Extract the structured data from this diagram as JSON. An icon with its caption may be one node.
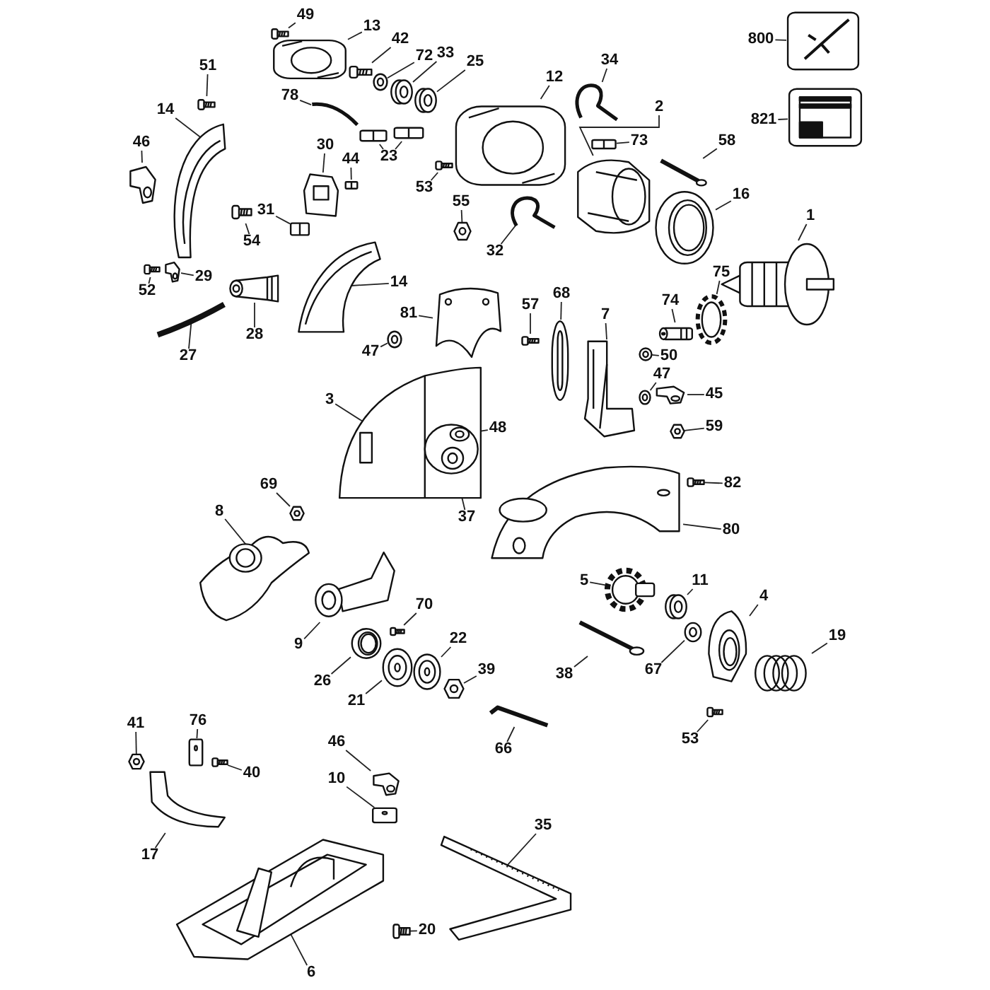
{
  "diagram": {
    "nodes": [
      {
        "text": [
          "49"
        ]
      },
      {
        "text": [
          "13"
        ]
      },
      {
        "text": [
          "42"
        ]
      },
      {
        "text": [
          "72"
        ]
      },
      {
        "text": [
          "33"
        ]
      },
      {
        "text": [
          "25"
        ]
      },
      {
        "text": [
          "800"
        ]
      },
      {
        "text": [
          "821"
        ]
      },
      {
        "text": [
          "12"
        ]
      },
      {
        "text": [
          "34"
        ]
      },
      {
        "text": [
          "2"
        ]
      },
      {
        "text": [
          "73"
        ]
      },
      {
        "text": [
          "58"
        ]
      },
      {
        "text": [
          "16"
        ]
      },
      {
        "text": [
          "1"
        ]
      },
      {
        "text": [
          "51"
        ]
      },
      {
        "text": [
          "14"
        ]
      },
      {
        "text": [
          "46"
        ]
      },
      {
        "text": [
          "78"
        ]
      },
      {
        "text": [
          "23"
        ]
      },
      {
        "text": [
          "30"
        ]
      },
      {
        "text": [
          "44"
        ]
      },
      {
        "text": [
          "53"
        ]
      },
      {
        "text": [
          "55"
        ]
      },
      {
        "text": [
          "31"
        ]
      },
      {
        "text": [
          "54"
        ]
      },
      {
        "text": [
          "29"
        ]
      },
      {
        "text": [
          "52"
        ]
      },
      {
        "text": [
          "14"
        ]
      },
      {
        "text": [
          "27"
        ]
      },
      {
        "text": [
          "28"
        ]
      },
      {
        "text": [
          "32"
        ]
      },
      {
        "text": [
          "81"
        ]
      },
      {
        "text": [
          "57"
        ]
      },
      {
        "text": [
          "68"
        ]
      },
      {
        "text": [
          "7"
        ]
      },
      {
        "text": [
          "74"
        ]
      },
      {
        "text": [
          "75"
        ]
      },
      {
        "text": [
          "50"
        ]
      },
      {
        "text": [
          "47"
        ]
      },
      {
        "text": [
          "45"
        ]
      },
      {
        "text": [
          "59"
        ]
      },
      {
        "text": [
          "47"
        ]
      },
      {
        "text": [
          "3"
        ]
      },
      {
        "text": [
          "48"
        ]
      },
      {
        "text": [
          "37"
        ]
      },
      {
        "text": [
          "82"
        ]
      },
      {
        "text": [
          "80"
        ]
      },
      {
        "text": [
          "69"
        ]
      },
      {
        "text": [
          "8"
        ]
      },
      {
        "text": [
          "5"
        ]
      },
      {
        "text": [
          "11"
        ]
      },
      {
        "text": [
          "4"
        ]
      },
      {
        "text": [
          "19"
        ]
      },
      {
        "text": [
          "38"
        ]
      },
      {
        "text": [
          "67"
        ]
      },
      {
        "text": [
          "9"
        ]
      },
      {
        "text": [
          "70"
        ]
      },
      {
        "text": [
          "26"
        ]
      },
      {
        "text": [
          "22"
        ]
      },
      {
        "text": [
          "21"
        ]
      },
      {
        "text": [
          "39"
        ]
      },
      {
        "text": [
          "66"
        ]
      },
      {
        "text": [
          "53"
        ]
      },
      {
        "text": [
          "41"
        ]
      },
      {
        "text": [
          "76"
        ]
      },
      {
        "text": [
          "40"
        ]
      },
      {
        "text": [
          "17"
        ]
      },
      {
        "text": [
          "46"
        ]
      },
      {
        "text": [
          "10"
        ]
      },
      {
        "text": [
          "35"
        ]
      },
      {
        "text": [
          "20"
        ]
      },
      {
        "text": [
          "6"
        ]
      },
      {
        "text": [],
        "shape": "picture"
      },
      {
        "text": [],
        "shape": "picture"
      },
      {
        "text": [],
        "shape": "picture"
      },
      {
        "text": [],
        "shape": "picture"
      },
      {
        "text": [],
        "shape": "picture"
      },
      {
        "text": [],
        "shape": "picture"
      },
      {
        "text": [],
        "shape": "picture"
      },
      {
        "text": [],
        "shape": "picture"
      },
      {
        "text": [],
        "shape": "picture"
      },
      {
        "text": [],
        "shape": "picture"
      },
      {
        "text": [],
        "shape": "picture"
      },
      {
        "text": [],
        "shape": "picture"
      },
      {
        "text": [],
        "shape": "picture"
      },
      {
        "text": [],
        "shape": "picture"
      },
      {
        "text": [],
        "shape": "picture"
      },
      {
        "text": [],
        "shape": "picture"
      },
      {
        "text": [],
        "shape": "picture"
      },
      {
        "text": [],
        "shape": "picture"
      },
      {
        "text": [],
        "shape": "picture"
      },
      {
        "text": [],
        "shape": "picture"
      },
      {
        "text": [],
        "shape": "picture"
      },
      {
        "text": [],
        "shape": "picture"
      },
      {
        "text": [],
        "shape": "picture"
      },
      {
        "text": [],
        "shape": "picture"
      },
      {
        "text": [],
        "shape": "picture"
      },
      {
        "text": [],
        "shape": "picture"
      },
      {
        "text": [],
        "shape": "picture"
      },
      {
        "text": [],
        "shape": "picture"
      },
      {
        "text": [],
        "shape": "picture"
      },
      {
        "text": [],
        "shape": "picture"
      },
      {
        "text": [],
        "shape": "picture"
      },
      {
        "text": [],
        "shape": "picture"
      },
      {
        "text": [],
        "shape": "picture"
      },
      {
        "text": [],
        "shape": "picture"
      },
      {
        "text": [],
        "shape": "picture"
      },
      {
        "text": [],
        "shape": "picture"
      },
      {
        "text": [],
        "shape": "picture"
      },
      {
        "text": [],
        "shape": "picture"
      },
      {
        "text": [],
        "shape": "picture"
      },
      {
        "text": [],
        "shape": "picture"
      },
      {
        "text": [],
        "shape": "picture"
      },
      {
        "text": [],
        "shape": "picture"
      },
      {
        "text": [],
        "shape": "picture"
      },
      {
        "text": [],
        "shape": "picture"
      },
      {
        "text": [],
        "shape": "picture",
        "in": 116
      },
      {
        "text": [],
        "shape": "picture",
        "in": 116
      },
      {
        "text": [],
        "shape": "picture"
      },
      {
        "text": [],
        "shape": "picture"
      },
      {
        "text": [],
        "shape": "picture"
      },
      {
        "text": [],
        "shape": "picture"
      },
      {
        "text": [],
        "shape": "picture"
      },
      {
        "text": [],
        "shape": "picture"
      },
      {
        "text": [],
        "shape": "picture"
      },
      {
        "text": [],
        "shape": "picture"
      },
      {
        "text": [],
        "shape": "picture"
      },
      {
        "text": [],
        "shape": "picture"
      },
      {
        "text": [],
        "shape": "picture"
      },
      {
        "text": [],
        "shape": "picture"
      },
      {
        "text": [],
        "shape": "picture"
      },
      {
        "text": [],
        "shape": "picture"
      },
      {
        "text": [],
        "shape": "picture"
      },
      {
        "text": [],
        "shape": "picture"
      },
      {
        "text": [],
        "shape": "picture"
      },
      {
        "text": [],
        "shape": "picture"
      },
      {
        "text": [],
        "shape": "picture"
      },
      {
        "text": [],
        "shape": "picture"
      },
      {
        "text": [],
        "shape": "picture"
      },
      {
        "text": [],
        "shape": "picture"
      },
      {
        "text": [],
        "shape": "picture"
      },
      {
        "text": [],
        "shape": "picture"
      },
      {
        "text": [],
        "shape": "picture"
      },
      {
        "text": [],
        "shape": "picture"
      },
      {
        "text": [],
        "shape": "picture"
      },
      {
        "text": [],
        "shape": "picture"
      }
    ],
    "edges": [
      {
        "from": 0,
        "to": 73,
        "arrow": "none"
      },
      {
        "from": 1,
        "to": 74,
        "arrow": "none"
      },
      {
        "from": 2,
        "to": 75,
        "arrow": "none"
      },
      {
        "from": 3,
        "to": 76,
        "arrow": "none"
      },
      {
        "from": 4,
        "to": 77,
        "arrow": "none"
      },
      {
        "from": 5,
        "to": 78,
        "arrow": "none"
      },
      {
        "from": 6,
        "to": 79,
        "arrow": "none"
      },
      {
        "from": 7,
        "to": 80,
        "arrow": "none"
      },
      {
        "from": 8,
        "to": 81,
        "arrow": "none"
      },
      {
        "from": 9,
        "to": 82,
        "arrow": "none"
      },
      {
        "from": 10,
        "to": 83,
        "arrow": "none"
      },
      {
        "from": 11,
        "to": 84,
        "arrow": "none"
      },
      {
        "from": 12,
        "to": 85,
        "arrow": "none"
      },
      {
        "from": 13,
        "to": 86,
        "arrow": "none"
      },
      {
        "from": 14,
        "to": 87,
        "arrow": "none"
      },
      {
        "from": 15,
        "to": 88,
        "arrow": "none"
      },
      {
        "from": 16,
        "to": 89,
        "arrow": "none"
      },
      {
        "from": 17,
        "to": 90,
        "arrow": "none"
      },
      {
        "from": 18,
        "to": 91,
        "arrow": "none"
      },
      {
        "from": 19,
        "to": 92,
        "arrow": "none"
      },
      {
        "from": 20,
        "to": 93,
        "arrow": "none"
      },
      {
        "from": 21,
        "to": 94,
        "arrow": "none"
      },
      {
        "from": 22,
        "to": 95,
        "arrow": "none"
      },
      {
        "from": 23,
        "to": 96,
        "arrow": "none"
      },
      {
        "from": 24,
        "to": 97,
        "arrow": "none"
      },
      {
        "from": 25,
        "to": 98,
        "arrow": "none"
      },
      {
        "from": 26,
        "to": 99,
        "arrow": "none"
      },
      {
        "from": 27,
        "to": 100,
        "arrow": "none"
      },
      {
        "from": 28,
        "to": 101,
        "arrow": "none"
      },
      {
        "from": 29,
        "to": 102,
        "arrow": "none"
      },
      {
        "from": 30,
        "to": 103,
        "arrow": "none"
      },
      {
        "from": 31,
        "to": 104,
        "arrow": "none"
      },
      {
        "from": 32,
        "to": 105,
        "arrow": "none"
      },
      {
        "from": 33,
        "to": 106,
        "arrow": "none"
      },
      {
        "from": 34,
        "to": 107,
        "arrow": "none"
      },
      {
        "from": 35,
        "to": 108,
        "arrow": "none"
      },
      {
        "from": 36,
        "to": 109,
        "arrow": "none"
      },
      {
        "from": 37,
        "to": 110,
        "arrow": "none"
      },
      {
        "from": 38,
        "to": 111,
        "arrow": "none"
      },
      {
        "from": 39,
        "to": 112,
        "arrow": "none"
      },
      {
        "from": 40,
        "to": 113,
        "arrow": "none"
      },
      {
        "from": 41,
        "to": 114,
        "arrow": "none"
      },
      {
        "from": 42,
        "to": 115,
        "arrow": "none"
      },
      {
        "from": 43,
        "to": 116,
        "arrow": "none"
      },
      {
        "from": 44,
        "to": 117,
        "arrow": "none"
      },
      {
        "from": 45,
        "to": 118,
        "arrow": "none"
      },
      {
        "from": 46,
        "to": 119,
        "arrow": "none"
      },
      {
        "from": 47,
        "to": 120,
        "arrow": "none"
      },
      {
        "from": 48,
        "to": 121,
        "arrow": "none"
      },
      {
        "from": 49,
        "to": 122,
        "arrow": "none"
      },
      {
        "from": 50,
        "to": 123,
        "arrow": "none"
      },
      {
        "from": 51,
        "to": 124,
        "arrow": "none"
      },
      {
        "from": 52,
        "to": 125,
        "arrow": "none"
      },
      {
        "from": 53,
        "to": 126,
        "arrow": "none"
      },
      {
        "from": 54,
        "to": 127,
        "arrow": "none"
      },
      {
        "from": 55,
        "to": 128,
        "arrow": "none"
      },
      {
        "from": 56,
        "to": 129,
        "arrow": "none"
      },
      {
        "from": 57,
        "to": 130,
        "arrow": "none"
      },
      {
        "from": 58,
        "to": 131,
        "arrow": "none"
      },
      {
        "from": 59,
        "to": 132,
        "arrow": "none"
      },
      {
        "from": 60,
        "to": 133,
        "arrow": "none"
      },
      {
        "from": 61,
        "to": 134,
        "arrow": "none"
      },
      {
        "from": 62,
        "to": 135,
        "arrow": "none"
      },
      {
        "from": 63,
        "to": 136,
        "arrow": "none"
      },
      {
        "from": 64,
        "to": 137,
        "arrow": "none"
      },
      {
        "from": 65,
        "to": 138,
        "arrow": "none"
      },
      {
        "from": 66,
        "to": 139,
        "arrow": "none"
      },
      {
        "from": 67,
        "to": 140,
        "arrow": "none"
      },
      {
        "from": 68,
        "to": 141,
        "arrow": "none"
      },
      {
        "from": 69,
        "to": 142,
        "arrow": "none"
      },
      {
        "from": 70,
        "to": 143,
        "arrow": "none"
      },
      {
        "from": 71,
        "to": 144,
        "arrow": "none"
      },
      {
        "from": 72,
        "to": 145,
        "arrow": "none"
      },
      {
        "from": 19,
        "to": 146,
        "arrow": "none"
      }
    ]
  }
}
